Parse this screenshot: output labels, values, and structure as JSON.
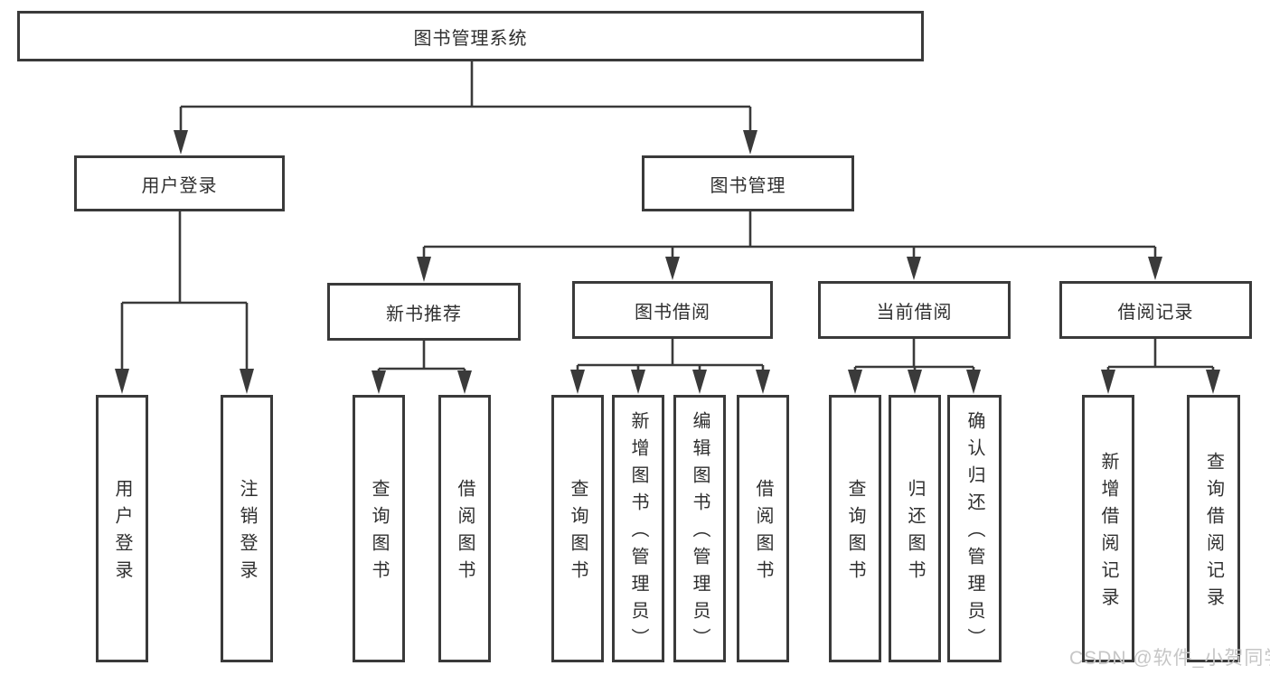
{
  "tree": {
    "label": "图书管理系统",
    "children": [
      {
        "label": "用户登录",
        "children": [
          {
            "label": "用户登录"
          },
          {
            "label": "注销登录"
          }
        ]
      },
      {
        "label": "图书管理",
        "children": [
          {
            "label": "新书推荐",
            "children": [
              {
                "label": "查询图书"
              },
              {
                "label": "借阅图书"
              }
            ]
          },
          {
            "label": "图书借阅",
            "children": [
              {
                "label": "查询图书"
              },
              {
                "label": "新增图书（管理员）"
              },
              {
                "label": "编辑图书（管理员）"
              },
              {
                "label": "借阅图书"
              }
            ]
          },
          {
            "label": "当前借阅",
            "children": [
              {
                "label": "查询图书"
              },
              {
                "label": "归还图书"
              },
              {
                "label": "确认归还（管理员）"
              }
            ]
          },
          {
            "label": "借阅记录",
            "children": [
              {
                "label": "新增借阅记录"
              },
              {
                "label": "查询借阅记录"
              }
            ]
          }
        ]
      }
    ]
  },
  "watermark": {
    "text": "CSDN @软件_小贺同学"
  },
  "colors": {
    "line": "#3a3a3a",
    "text": "#2f2f2f",
    "box_fill": "#ffffff",
    "watermark": "#c6c6c6",
    "background": "#ffffff"
  }
}
